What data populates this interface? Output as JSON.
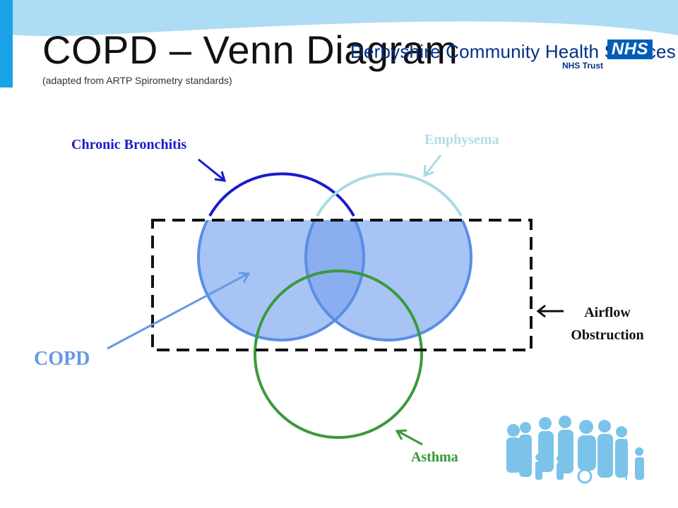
{
  "slide": {
    "title": "COPD – Venn Diagram",
    "subtitle": "(adapted from ARTP Spirometry standards)"
  },
  "logo": {
    "organisation": "Derbyshire Community Health Services",
    "trust_label": "NHS Trust",
    "badge": "NHS"
  },
  "diagram": {
    "sets": {
      "chronic_bronchitis": "Chronic Bronchitis",
      "emphysema": "Emphysema",
      "asthma": "Asthma",
      "airflow_obstruction_line1": "Airflow",
      "airflow_obstruction_line2": "Obstruction"
    },
    "shaded_region_label": "COPD"
  },
  "colors": {
    "header_band": "#aedcf5",
    "accent_bar": "#1aa3e8",
    "chronic_bronchitis": "#1a1acc",
    "emphysema": "#a8dbe3",
    "asthma": "#3a9a3a",
    "copd_fill": "#a8c4f4",
    "copd_overlap": "#8aaef0",
    "copd_outline": "#5b8de6",
    "nhs_blue": "#005eb8"
  }
}
